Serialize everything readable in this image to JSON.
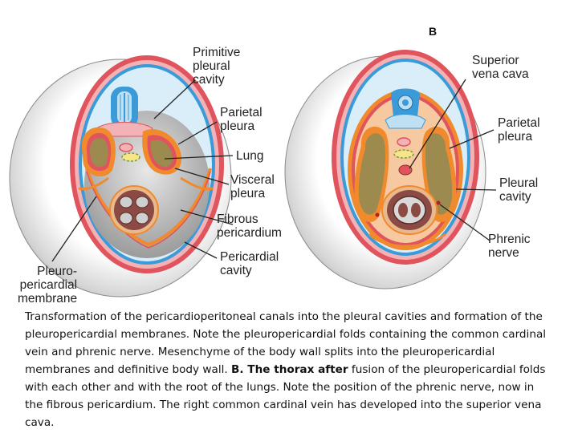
{
  "panel_label": "B",
  "labels": {
    "primitive_pleural_cavity": "Primitive\npleural\ncavity",
    "parietal_pleura_a": "Parietal\npleura",
    "lung": "Lung",
    "visceral_pleura": "Visceral\npleura",
    "fibrous_pericardium": "Fibrous\npericardium",
    "pericardial_cavity": "Pericardial\ncavity",
    "pleuropericardial_membrane": "Pleuro-\npericardial\nmembrane",
    "superior_vena_cava": "Superior\nvena cava",
    "parietal_pleura_b": "Parietal\npleura",
    "pleural_cavity": "Pleural\ncavity",
    "phrenic_nerve": "Phrenic\nnerve"
  },
  "caption": {
    "part1": "Transformation of the pericardioperitoneal canals into the pleural cavities and formation of the pleuropericardial membranes. Note the pleuropericardial folds containing the common cardinal vein and phrenic nerve. Mesenchyme of the body wall splits into the pleuropericardial membranes and definitive body wall. ",
    "bold": "B. The thorax after",
    "part2": " fusion of the pleuropericardial folds with each other and with the root of the lungs. Note the position of the phrenic nerve, now in the fibrous pericardium. The right common cardinal vein has developed into the superior vena cava."
  },
  "colors": {
    "body_wall_red": "#e0555d",
    "body_wall_pink": "#f2b2b6",
    "blue_layer": "#3a9bd8",
    "light_blue": "#bfe0f2",
    "lung_olive": "#9c8a4e",
    "pleura_orange": "#f08a2c",
    "pericardium_tan": "#e9b98e",
    "heart_brown": "#8b4a44",
    "cavity_gray": "#a8a8a8"
  }
}
